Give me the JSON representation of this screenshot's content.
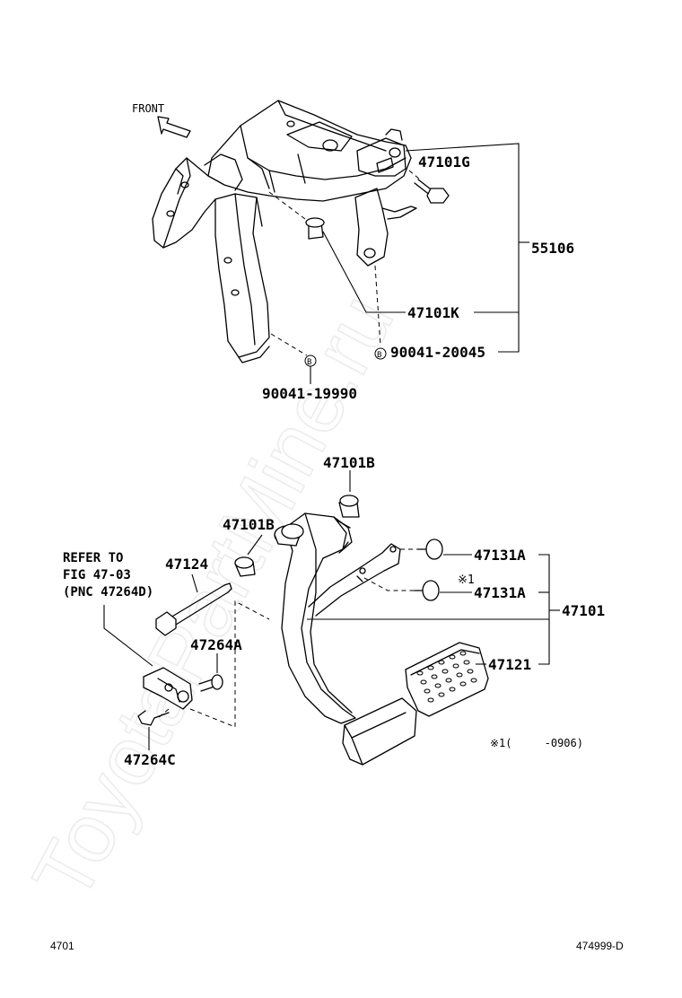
{
  "watermark": "ToyotaPartMine.ru",
  "direction_label": "FRONT",
  "labels": {
    "p47101G": "47101G",
    "p55106": "55106",
    "p47101K": "47101K",
    "p9004120045": "90041-20045",
    "p9004119990": "90041-19990",
    "p47101B_top": "47101B",
    "p47101B_mid": "47101B",
    "p47124": "47124",
    "p47131A_top": "47131A",
    "p47131A_bot": "47131A",
    "p47101": "47101",
    "p47121": "47121",
    "p47264A": "47264A",
    "p47264C": "47264C",
    "refer_line1": "REFER TO",
    "refer_line2": "FIG 47-03",
    "refer_line3": "(PNC 47264D)",
    "mark1": "※1",
    "footnote": "※1(     -0906)",
    "bolt_mark_1": "B",
    "bolt_mark_2": "B"
  },
  "footer": {
    "left": "4701",
    "right": "474999-D"
  }
}
